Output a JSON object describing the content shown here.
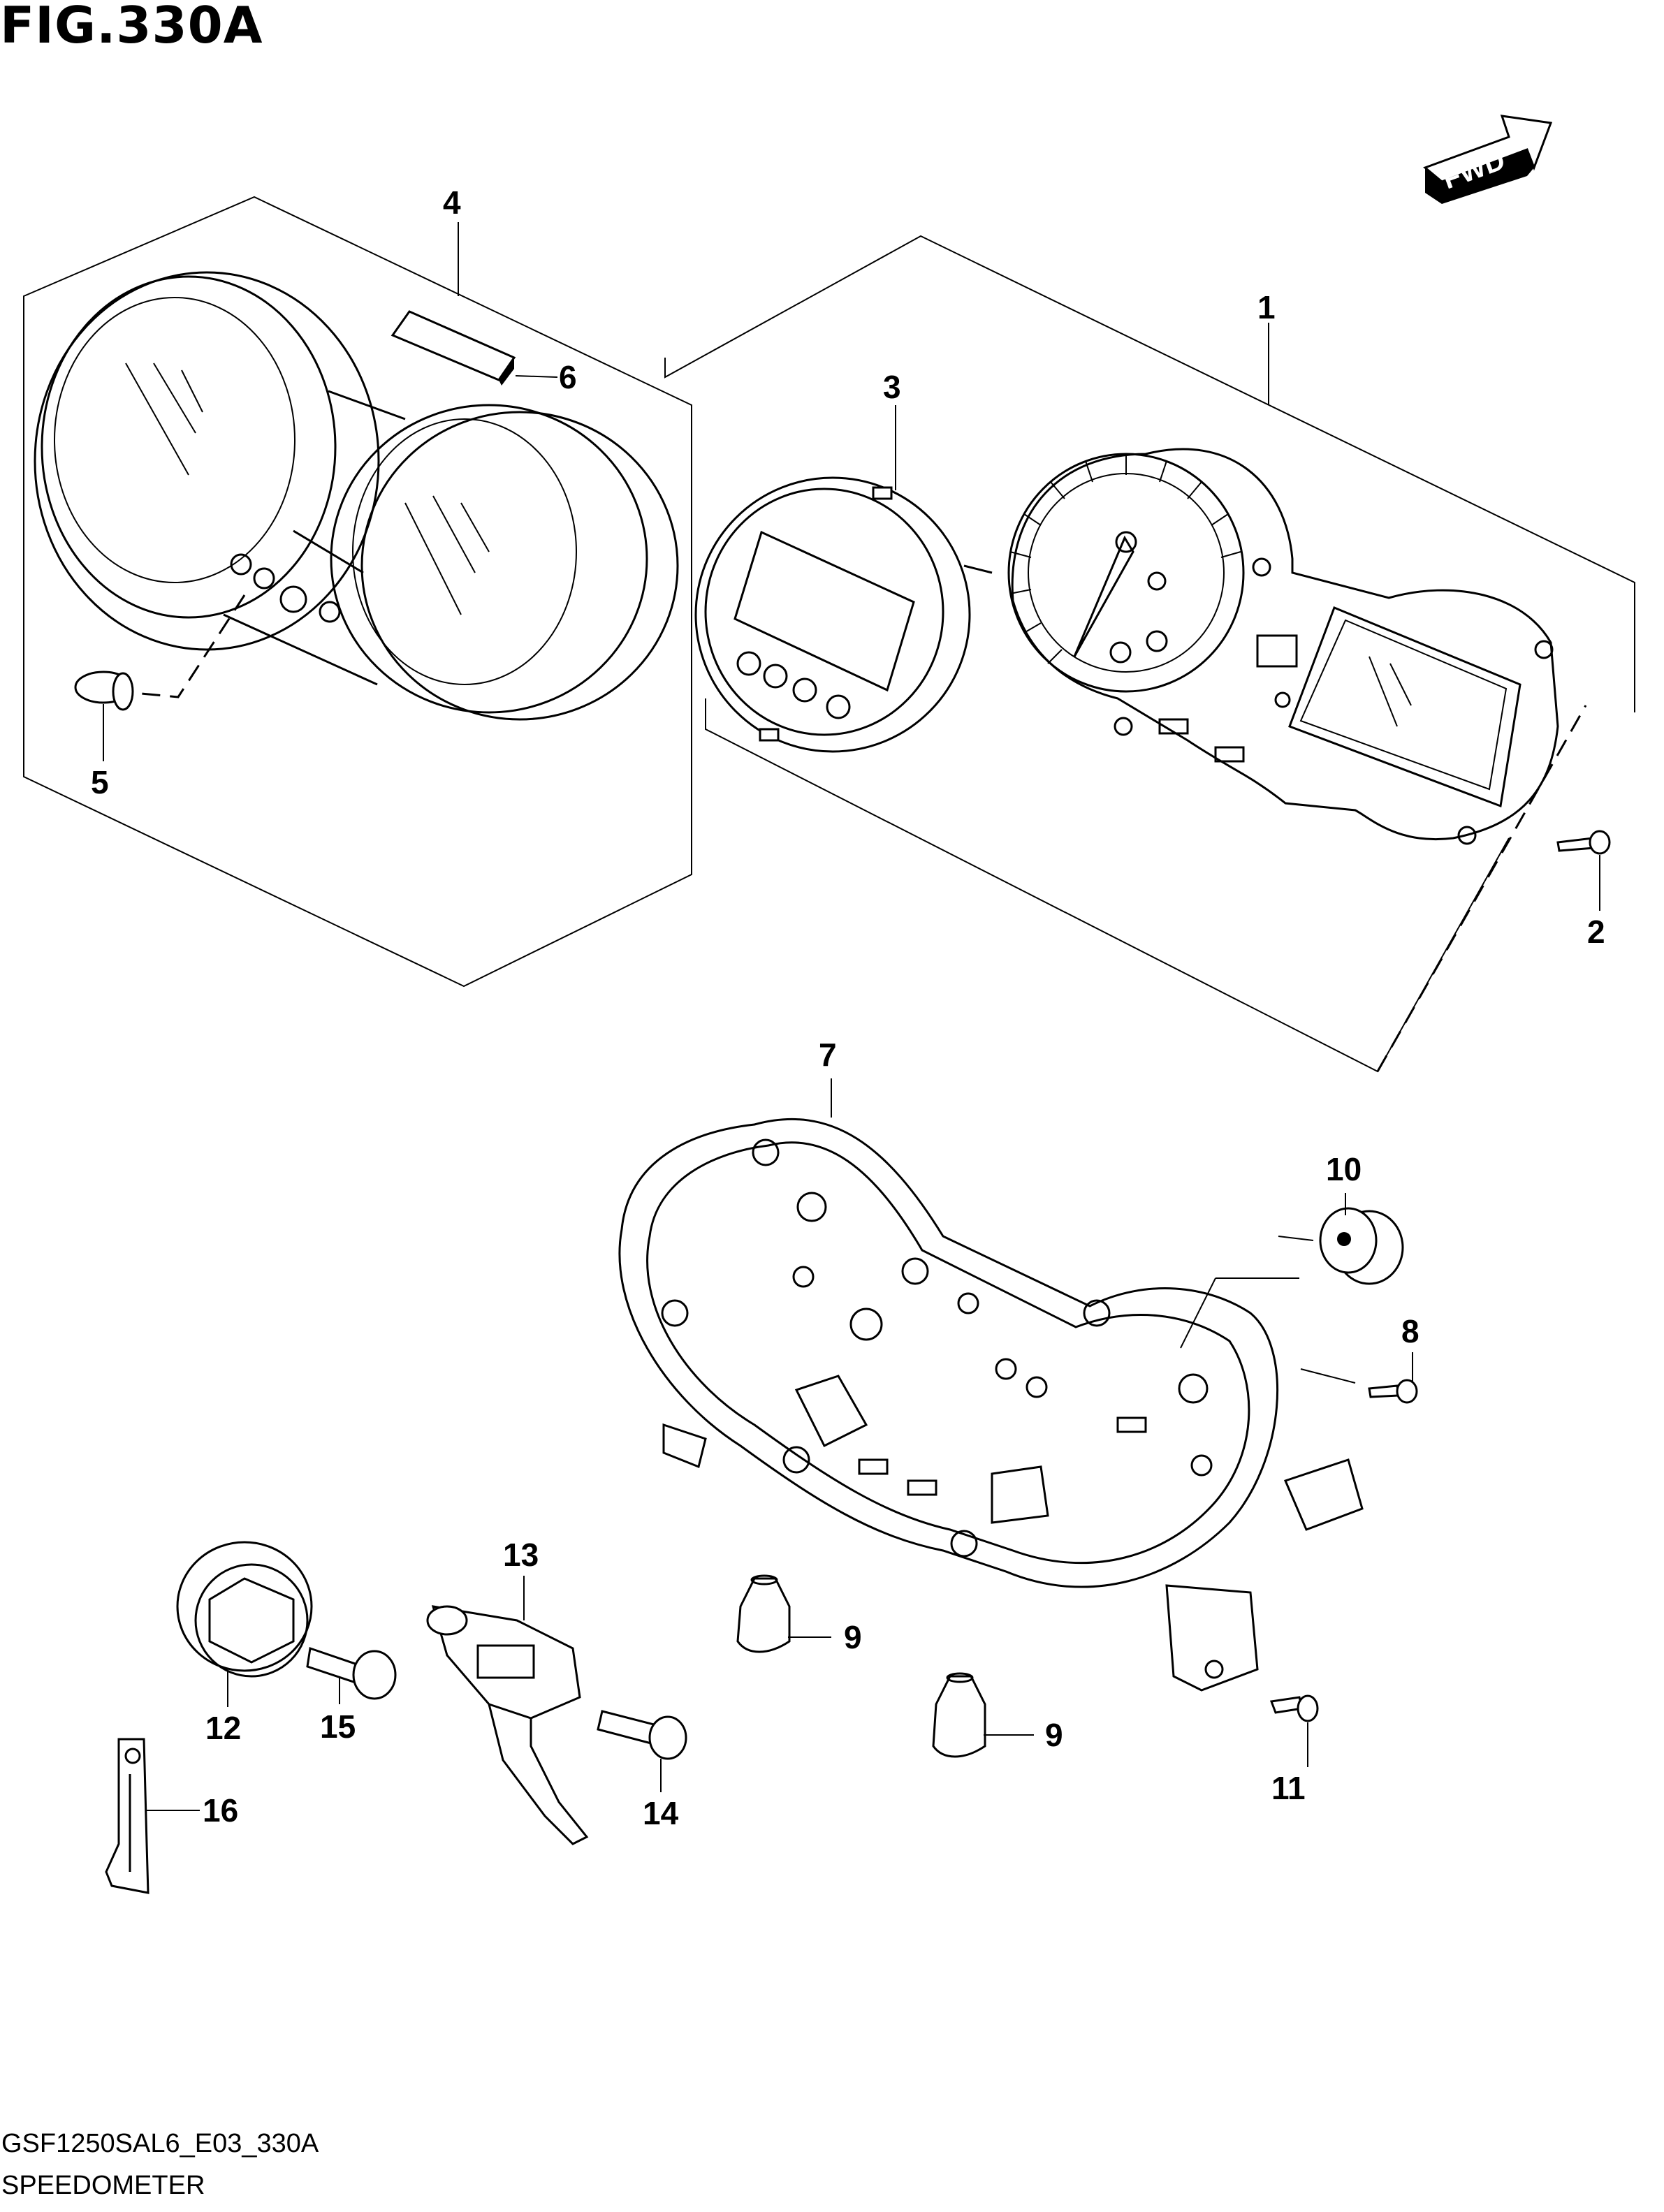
{
  "figure": {
    "title": "FIG.330A",
    "code": "GSF1250SAL6_E03_330A",
    "name": "SPEEDOMETER",
    "fwd_label": "FWD"
  },
  "callouts": [
    {
      "id": "c1",
      "label": "1"
    },
    {
      "id": "c2",
      "label": "2"
    },
    {
      "id": "c3",
      "label": "3"
    },
    {
      "id": "c4",
      "label": "4"
    },
    {
      "id": "c5",
      "label": "5"
    },
    {
      "id": "c6",
      "label": "6"
    },
    {
      "id": "c7",
      "label": "7"
    },
    {
      "id": "c8",
      "label": "8"
    },
    {
      "id": "c9a",
      "label": "9"
    },
    {
      "id": "c9b",
      "label": "9"
    },
    {
      "id": "c10",
      "label": "10"
    },
    {
      "id": "c11",
      "label": "11"
    },
    {
      "id": "c12",
      "label": "12"
    },
    {
      "id": "c13",
      "label": "13"
    },
    {
      "id": "c14",
      "label": "14"
    },
    {
      "id": "c15",
      "label": "15"
    },
    {
      "id": "c16",
      "label": "16"
    }
  ]
}
